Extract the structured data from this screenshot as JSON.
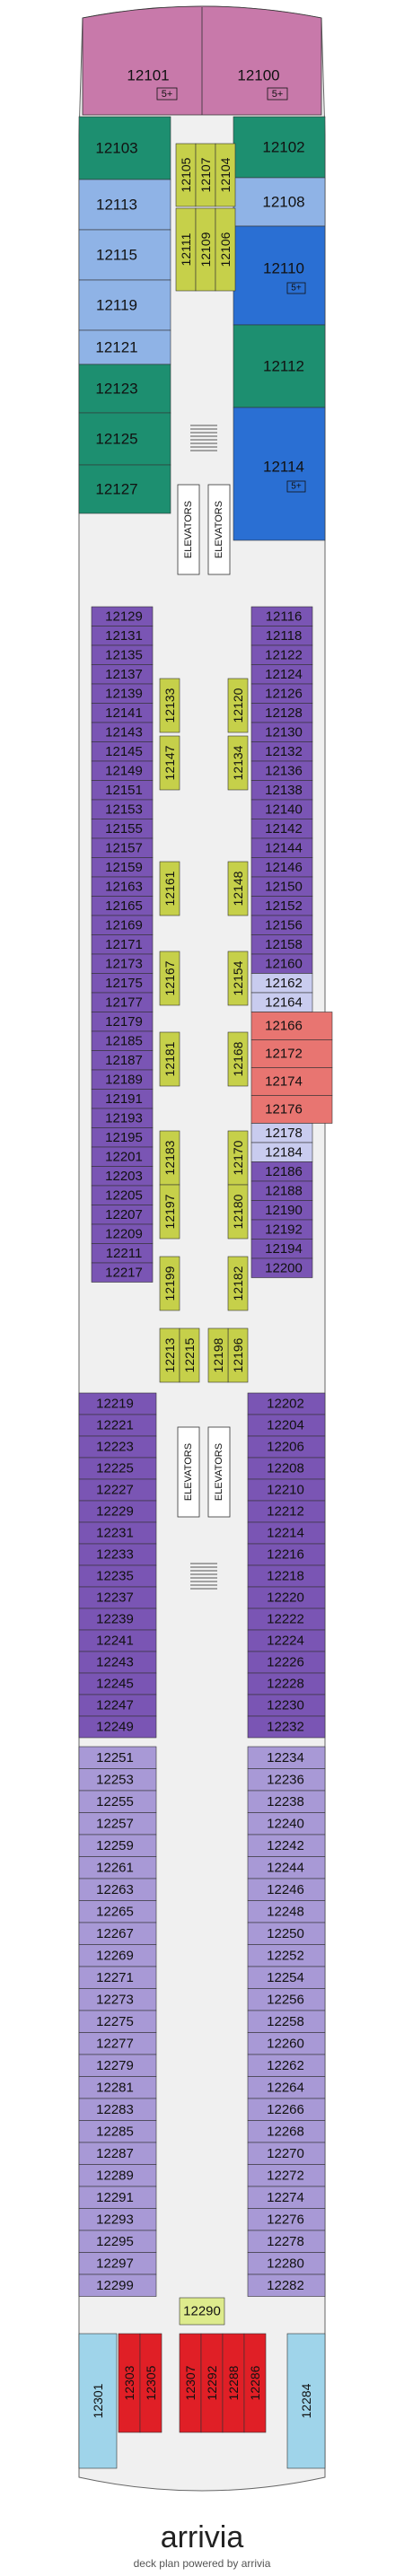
{
  "colors": {
    "pink": "#c879aa",
    "teal": "#1d8f70",
    "blue": "#8fb3e6",
    "brightblue": "#2a6fd3",
    "purple": "#7a55b4",
    "lavender": "#a899d6",
    "paleblue": "#c9ccef",
    "red": "#e87571",
    "cyan": "#9fd4ea",
    "deepred": "#e01f26",
    "lime": "#c6d04a",
    "limepale": "#ddeb8c",
    "corridor": "#ffffff",
    "deck_bg": "#f0f0f0"
  },
  "labels": {
    "elevators": "ELEVATORS",
    "accessible": "5+"
  },
  "footer": {
    "brand": "arrivia",
    "tagline": "deck plan powered by arrivia"
  },
  "bow_cabins": [
    {
      "id": "12101",
      "badge": "5+"
    },
    {
      "id": "12100",
      "badge": "5+"
    }
  ],
  "left_suites": [
    {
      "id": "12103",
      "color": "teal"
    },
    {
      "id": "12113",
      "color": "blue"
    },
    {
      "id": "12115",
      "color": "blue"
    },
    {
      "id": "12119",
      "color": "blue"
    },
    {
      "id": "12121",
      "color": "blue"
    },
    {
      "id": "12123",
      "color": "teal"
    },
    {
      "id": "12125",
      "color": "teal"
    },
    {
      "id": "12127",
      "color": "teal"
    }
  ],
  "right_suites": [
    {
      "id": "12102",
      "color": "teal",
      "badge": ""
    },
    {
      "id": "12108",
      "color": "blue",
      "badge": ""
    },
    {
      "id": "12110",
      "color": "brightblue",
      "badge": "5+"
    },
    {
      "id": "12112",
      "color": "teal",
      "badge": ""
    },
    {
      "id": "12114",
      "color": "brightblue",
      "badge": "5+"
    }
  ],
  "fwd_inner": [
    "12105",
    "12107",
    "12104",
    "12111",
    "12109",
    "12106"
  ],
  "mid_left": [
    "12129",
    "12131",
    "12135",
    "12137",
    "12139",
    "12141",
    "12143",
    "12145",
    "12149",
    "12151",
    "12153",
    "12155",
    "12157",
    "12159",
    "12163",
    "12165",
    "12169",
    "12171",
    "12173",
    "12175",
    "12177",
    "12179",
    "12185",
    "12187",
    "12189",
    "12191",
    "12193",
    "12195",
    "12201",
    "12203",
    "12205",
    "12207",
    "12209",
    "12211",
    "12217"
  ],
  "mid_right": [
    "12116",
    "12118",
    "12122",
    "12124",
    "12126",
    "12128",
    "12130",
    "12132",
    "12136",
    "12138",
    "12140",
    "12142",
    "12144",
    "12146",
    "12150",
    "12152",
    "12156",
    "12158",
    "12160",
    "12162",
    "12164",
    "12166",
    "12172",
    "12174",
    "12176",
    "12178",
    "12184",
    "12186",
    "12188",
    "12190",
    "12192",
    "12194",
    "12200"
  ],
  "inner_left": [
    "12133",
    "12147",
    "12161",
    "12167",
    "12181",
    "12183",
    "12197",
    "12199",
    "12213",
    "12215"
  ],
  "inner_right": [
    "12120",
    "12134",
    "12148",
    "12154",
    "12168",
    "12170",
    "12180",
    "12182",
    "12196",
    "12198"
  ],
  "aft_left": [
    "12219",
    "12221",
    "12223",
    "12225",
    "12227",
    "12229",
    "12231",
    "12233",
    "12235",
    "12237",
    "12239",
    "12241",
    "12243",
    "12245",
    "12247",
    "12249"
  ],
  "aft_right": [
    "12202",
    "12204",
    "12206",
    "12208",
    "12210",
    "12212",
    "12214",
    "12216",
    "12218",
    "12220",
    "12222",
    "12224",
    "12226",
    "12228",
    "12230",
    "12232"
  ],
  "stern_left": [
    "12251",
    "12253",
    "12255",
    "12257",
    "12259",
    "12261",
    "12263",
    "12265",
    "12267",
    "12269",
    "12271",
    "12273",
    "12275",
    "12277",
    "12279",
    "12281",
    "12283",
    "12285",
    "12287",
    "12289",
    "12291",
    "12293",
    "12295",
    "12297",
    "12299"
  ],
  "stern_right": [
    "12234",
    "12236",
    "12238",
    "12240",
    "12242",
    "12244",
    "12246",
    "12248",
    "12250",
    "12252",
    "12254",
    "12256",
    "12258",
    "12260",
    "12262",
    "12264",
    "12266",
    "12268",
    "12270",
    "12272",
    "12274",
    "12276",
    "12278",
    "12280",
    "12282"
  ],
  "stern_center": "12290",
  "stern_end": [
    "12301",
    "12303",
    "12305",
    "12307",
    "12292",
    "12288",
    "12286",
    "12284"
  ]
}
